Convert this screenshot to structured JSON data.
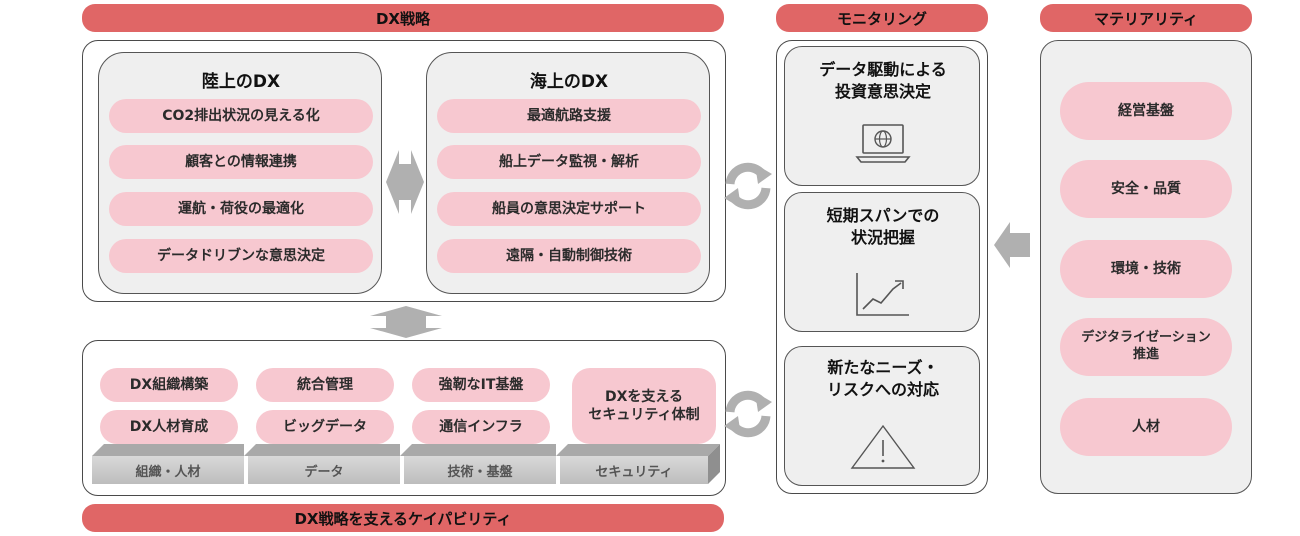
{
  "headers": {
    "dx_strategy": "DX戦略",
    "monitoring": "モニタリング",
    "materiality": "マテリアリティ",
    "capability": "DX戦略を支えるケイパビリティ"
  },
  "land": {
    "title": "陸上のDX",
    "items": [
      "CO2排出状況の見える化",
      "顧客との情報連携",
      "運航・荷役の最適化",
      "データドリブンな意思決定"
    ]
  },
  "sea": {
    "title": "海上のDX",
    "items": [
      "最適航路支援",
      "船上データ監視・解析",
      "船員の意思決定サポート",
      "遠隔・自動制御技術"
    ]
  },
  "capabilities": {
    "org": [
      "DX組織構築",
      "DX人材育成"
    ],
    "data": [
      "統合管理",
      "ビッグデータ"
    ],
    "tech": [
      "強靭なIT基盤",
      "通信インフラ"
    ],
    "security": [
      "DXを支える",
      "セキュリティ体制"
    ],
    "bases": [
      "組織・人材",
      "データ",
      "技術・基盤",
      "セキュリティ"
    ]
  },
  "monitoring_items": [
    {
      "line1": "データ駆動による",
      "line2": "投資意思決定",
      "icon": "laptop-globe-icon"
    },
    {
      "line1": "短期スパンでの",
      "line2": "状況把握",
      "icon": "line-chart-icon"
    },
    {
      "line1": "新たなニーズ・",
      "line2": "リスクへの対応",
      "icon": "warning-icon"
    }
  ],
  "materiality_items": [
    {
      "line1": "経営基盤",
      "line2": ""
    },
    {
      "line1": "安全・品質",
      "line2": ""
    },
    {
      "line1": "環境・技術",
      "line2": ""
    },
    {
      "line1": "デジタライゼーション",
      "line2": "推進"
    },
    {
      "line1": "人材",
      "line2": ""
    }
  ],
  "colors": {
    "header": "#e06666",
    "pill": "#f7c8d0",
    "panel": "#efefef",
    "arrow": "#b0b0b0"
  }
}
